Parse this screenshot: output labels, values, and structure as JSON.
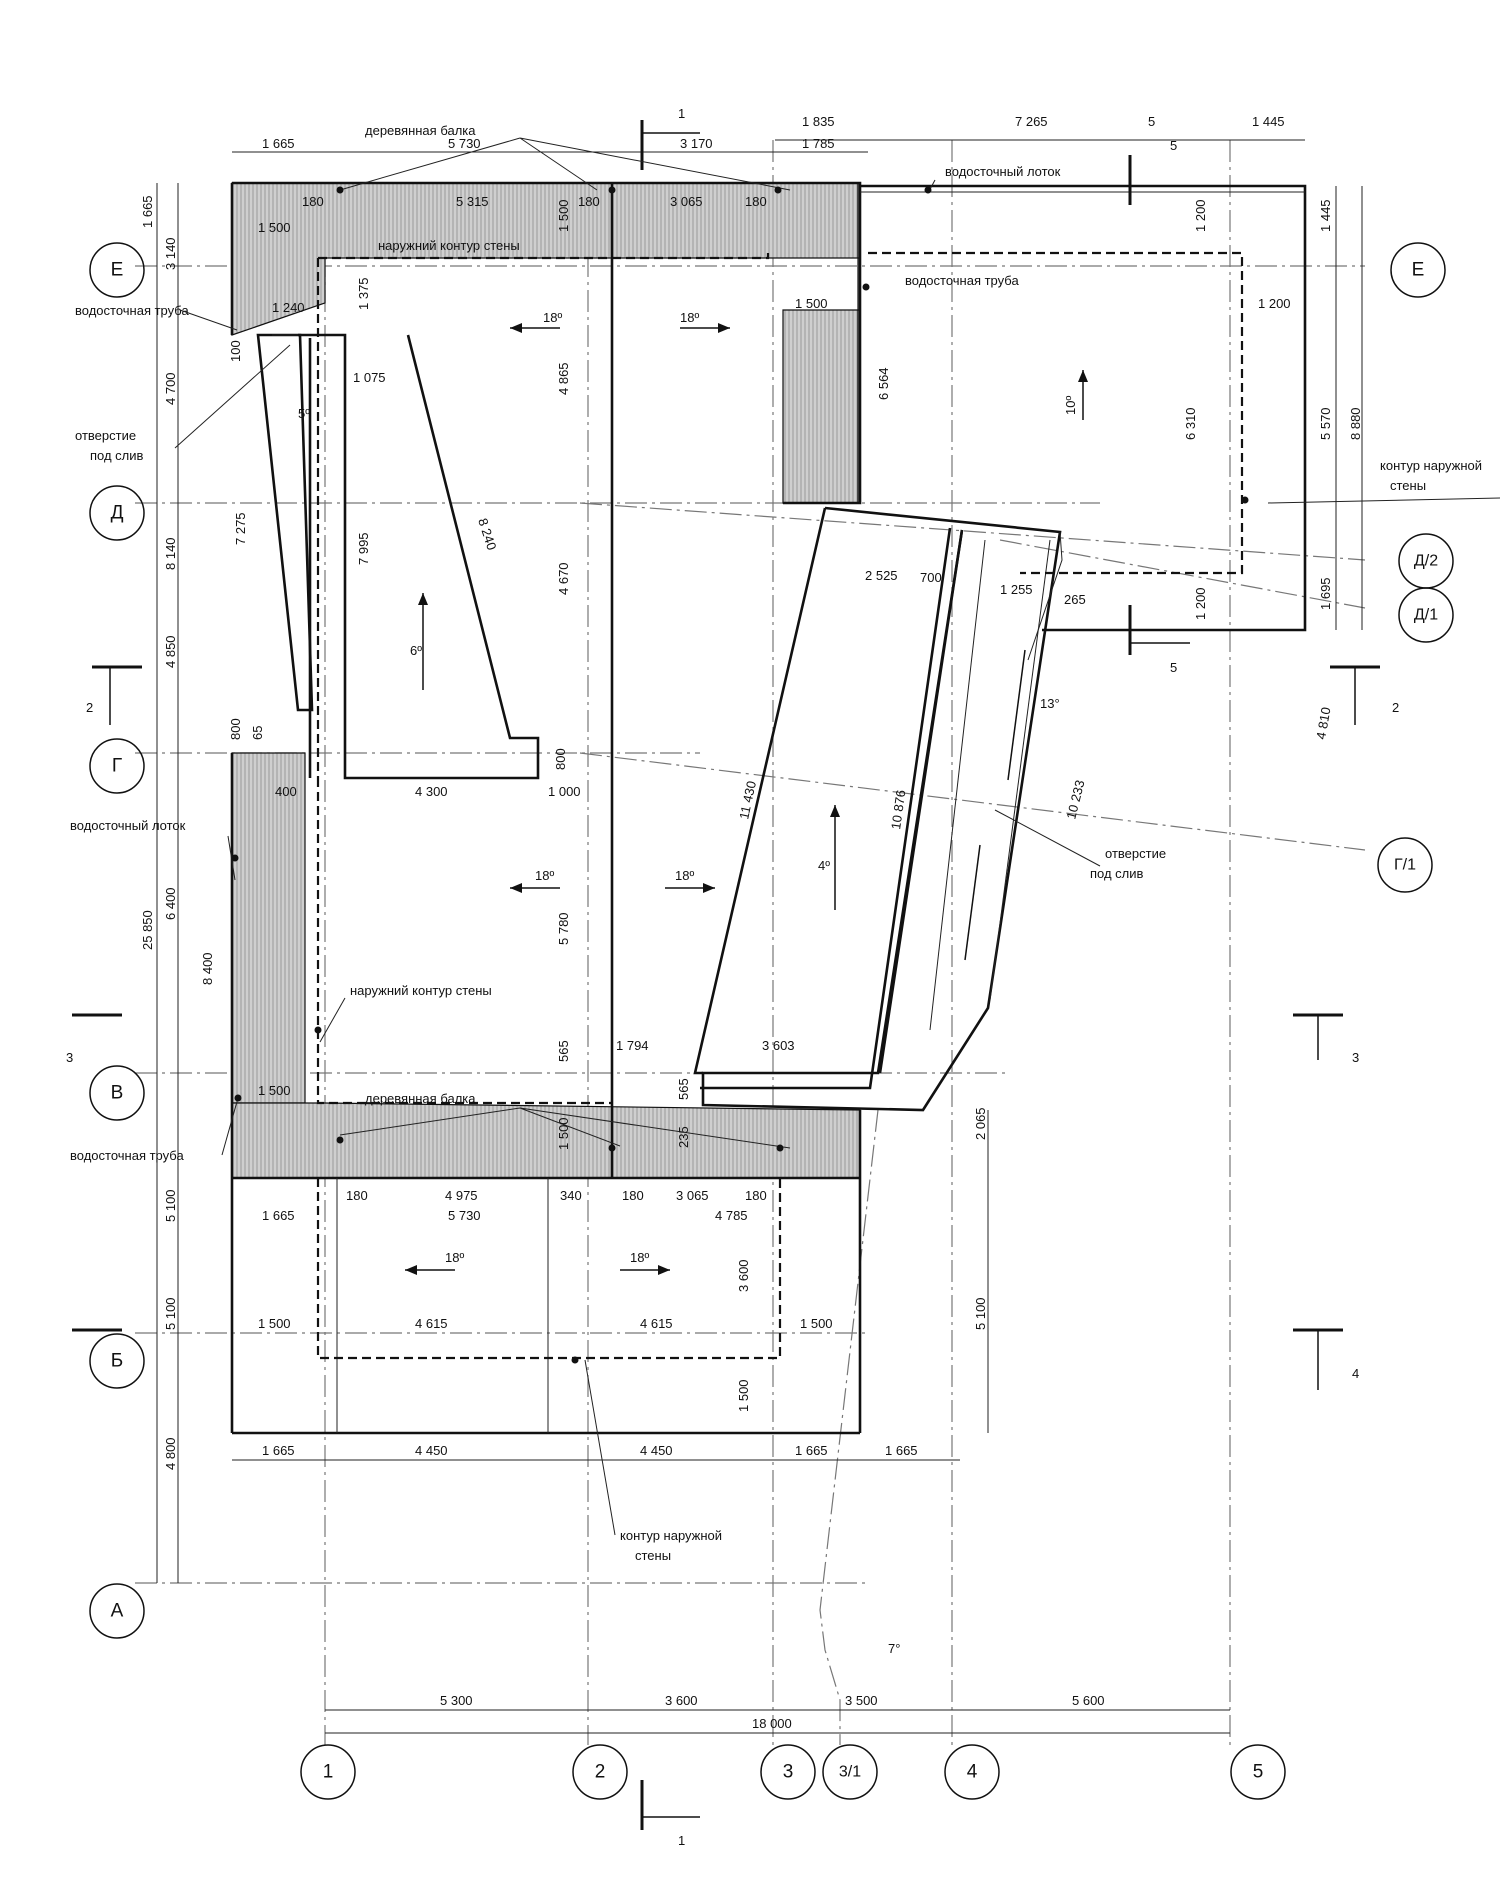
{
  "axes": {
    "rows": [
      "Е",
      "Д",
      "Г",
      "В",
      "Б",
      "А",
      "Д/2",
      "Д/1",
      "Г/1"
    ],
    "cols": [
      "1",
      "2",
      "3",
      "3/1",
      "4",
      "5"
    ]
  },
  "labels": {
    "beam_top": "деревянная балка",
    "gutter_top": "водосточный лоток",
    "drainpipe_left": "водосточная труба",
    "outer_contour_top": "наружний контур стены",
    "drainpipe_right": "водосточная труба",
    "opening_left_1": "отверстие",
    "opening_left_2": "под слив",
    "contour_right_1": "контур наружной",
    "contour_right_2": "стены",
    "gutter_left": "водосточный лоток",
    "outer_contour_mid": "наружний контур стены",
    "beam_bottom": "деревянная балка",
    "drainpipe_bottom": "водосточная труба",
    "opening_right_1": "отверстие",
    "opening_right_2": "под слив",
    "contour_bottom_1": "контур наружной",
    "contour_bottom_2": "стены"
  },
  "section_marks": [
    "1",
    "1",
    "2",
    "2",
    "3",
    "3",
    "4",
    "5",
    "5"
  ],
  "slopes": [
    "18º",
    "18º",
    "10º",
    "6º",
    "18º",
    "18º",
    "4º",
    "18º",
    "18º",
    "5º",
    "13°",
    "7°"
  ],
  "dimensions": {
    "top_row1": [
      "1 665",
      "5 730",
      "3 170",
      "1 835",
      "1 785",
      "7 265",
      "5",
      "1 445"
    ],
    "top_row2": [
      "180",
      "5 315",
      "1 500",
      "180",
      "3 065",
      "180",
      "1 665",
      "3 140",
      "1 500",
      "1 500",
      "1 200",
      "1 445",
      "1 200"
    ],
    "left_side": [
      "1 240",
      "100",
      "1 375",
      "4 700",
      "1 075",
      "4 865",
      "6 564",
      "6 310",
      "5 570",
      "8 880",
      "8 140",
      "7 275",
      "7 995",
      "8 240",
      "4 670",
      "2 525",
      "700",
      "1 255",
      "265",
      "1 200",
      "1 695",
      "4 850",
      "11 430",
      "10 876",
      "10 233",
      "4 810",
      "65",
      "800",
      "400",
      "4 300",
      "1 000",
      "800"
    ],
    "middle": [
      "25 850",
      "6 400",
      "8 400",
      "5 780",
      "1 794",
      "3 603",
      "565",
      "565",
      "235",
      "1 500",
      "1 500",
      "2 065"
    ],
    "bottom_block": [
      "180",
      "4 975",
      "340",
      "180",
      "3 065",
      "180",
      "1 665",
      "5 730",
      "4 785",
      "5 100",
      "3 600",
      "5 100",
      "1 500",
      "4 615",
      "4 615",
      "1 500",
      "5 100",
      "1 500",
      "4 800"
    ],
    "bottom_row": [
      "1 665",
      "4 450",
      "4 450",
      "1 665",
      "1 665"
    ],
    "axis_spans": [
      "5 300",
      "3 600",
      "3 500",
      "5 600",
      "18 000"
    ]
  }
}
